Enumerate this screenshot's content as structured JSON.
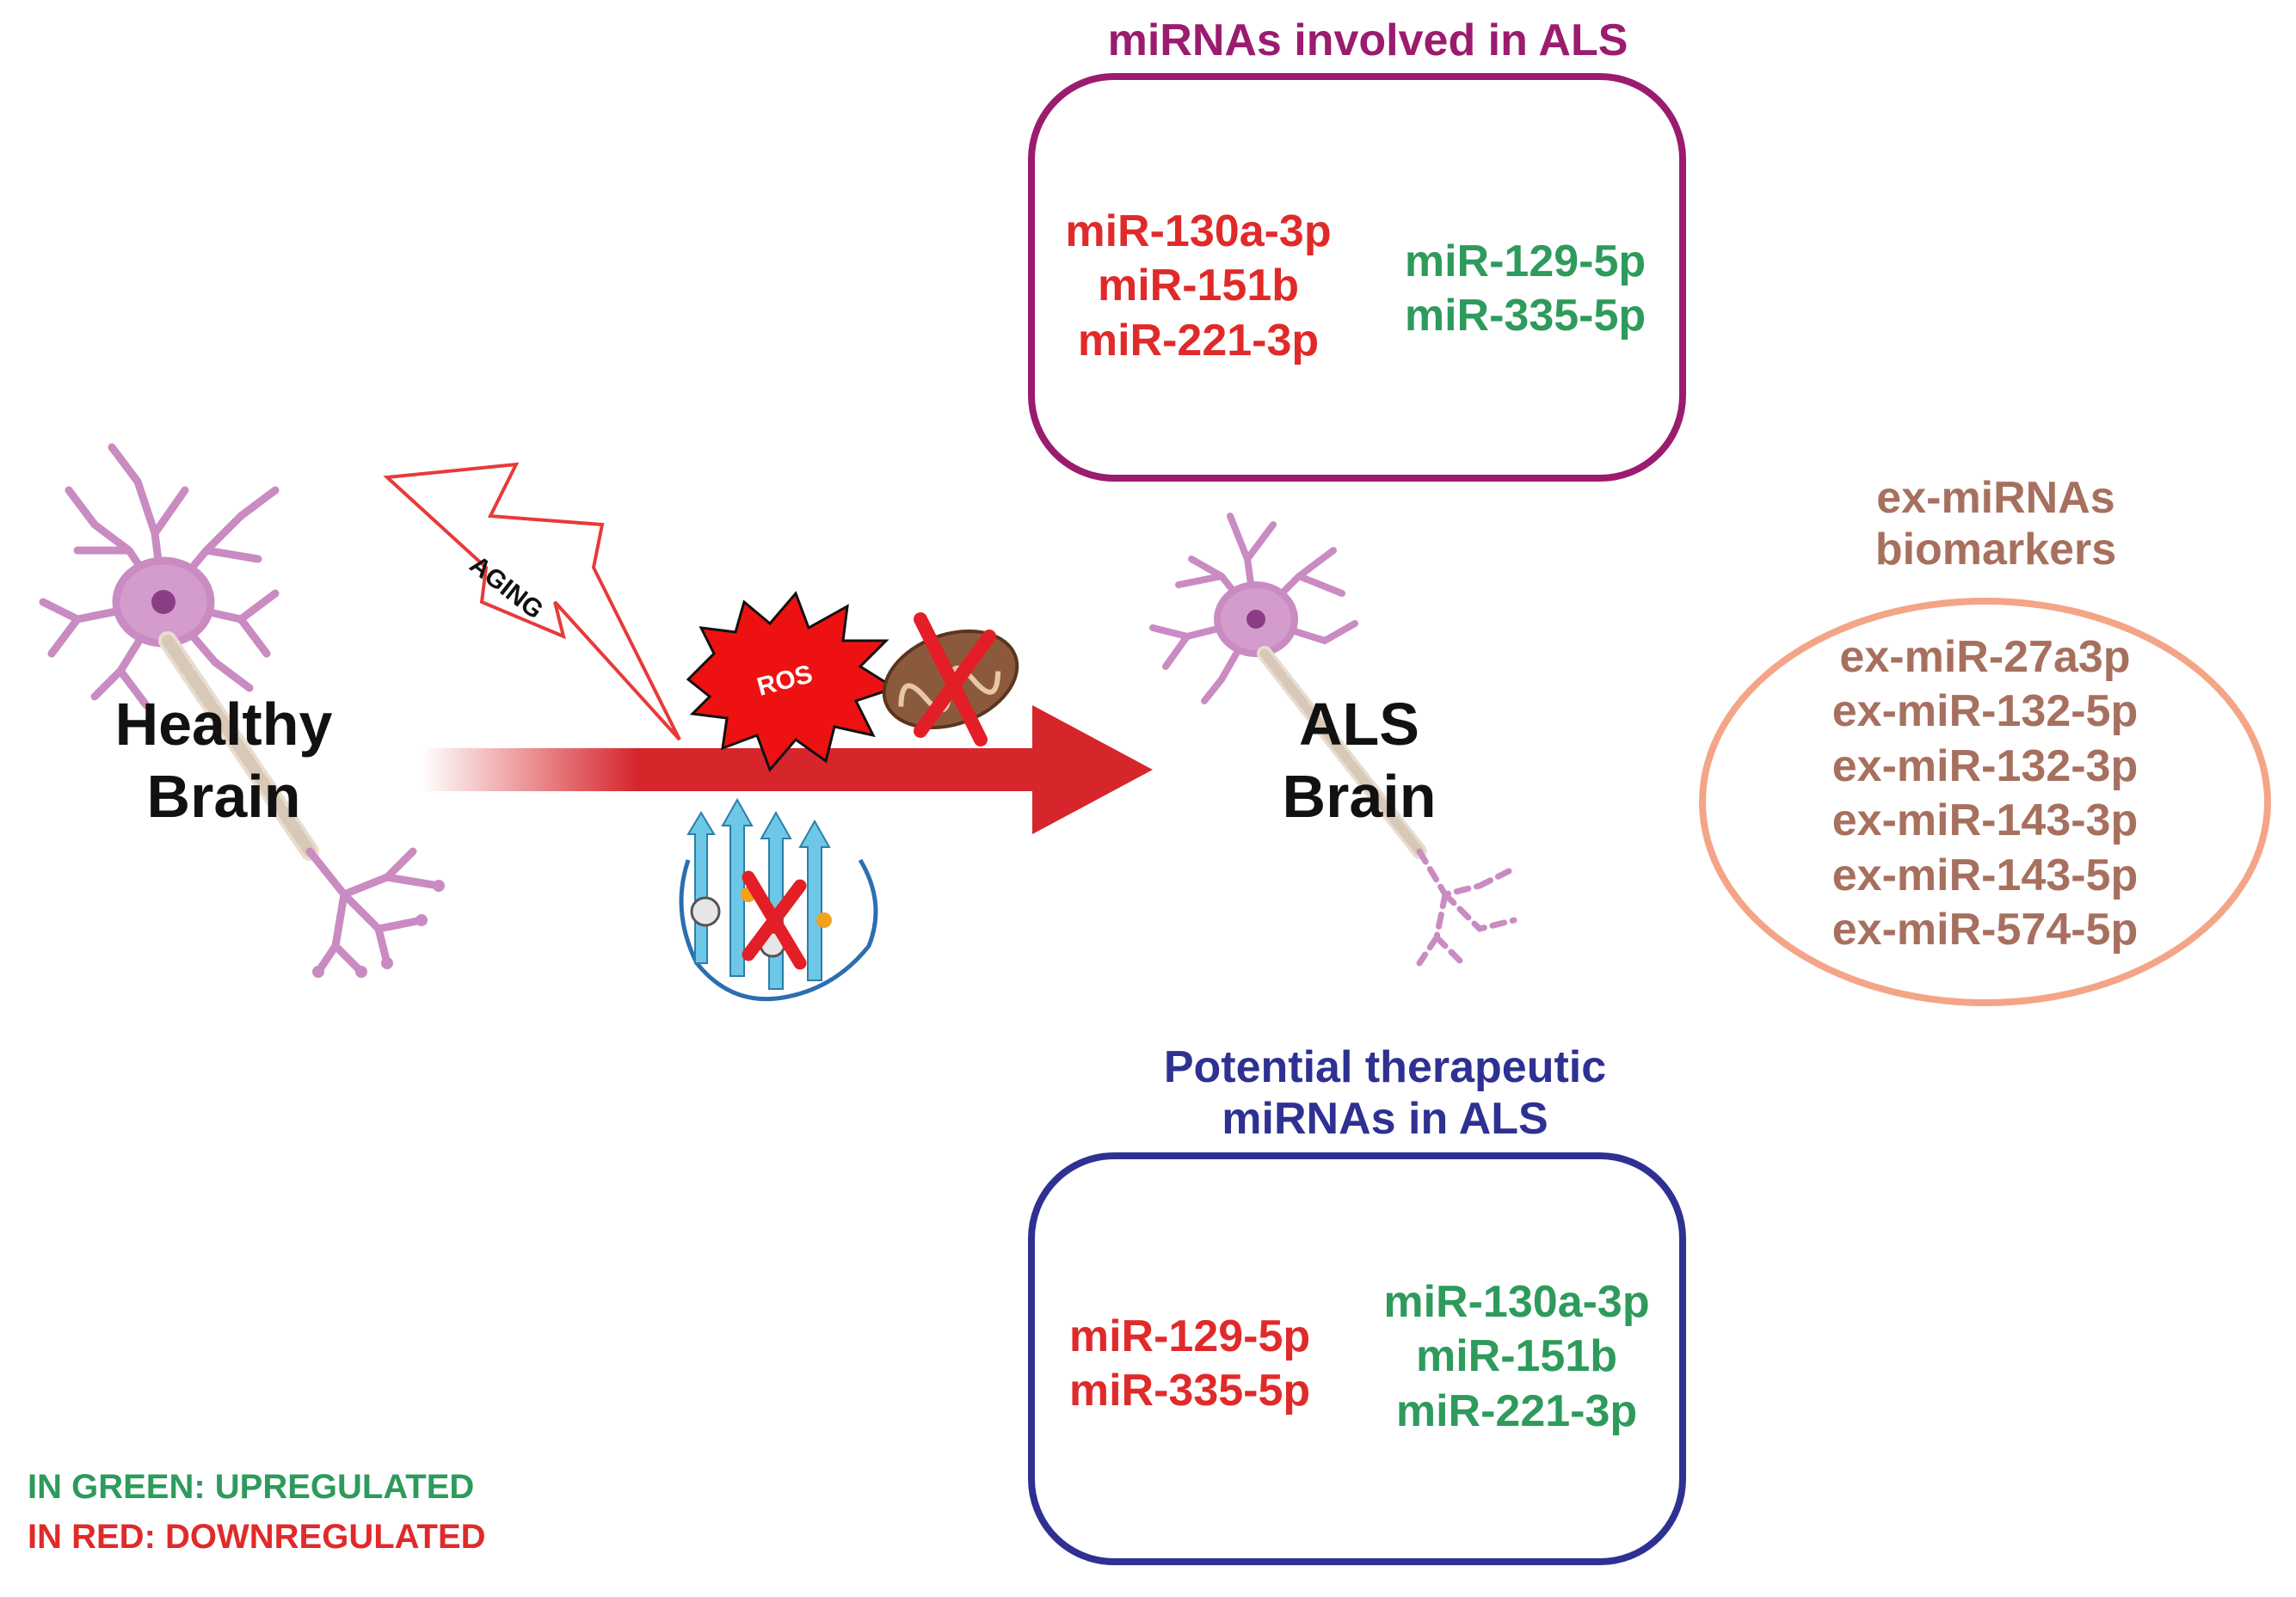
{
  "healthy_brain": {
    "line1": "Healthy",
    "line2": "Brain"
  },
  "als_brain": {
    "line1": "ALS",
    "line2": "Brain"
  },
  "stressors": {
    "aging": "AGING",
    "ros": "ROS"
  },
  "involved_box": {
    "title": "miRNAs involved in ALS",
    "downregulated": [
      "miR-130a-3p",
      "miR-151b",
      "miR-221-3p"
    ],
    "upregulated": [
      "miR-129-5p",
      "miR-335-5p"
    ]
  },
  "therapeutic_box": {
    "title_line1": "Potential therapeutic",
    "title_line2": "miRNAs in ALS",
    "downregulated": [
      "miR-129-5p",
      "miR-335-5p"
    ],
    "upregulated": [
      "miR-130a-3p",
      "miR-151b",
      "miR-221-3p"
    ]
  },
  "biomarkers": {
    "title_line1": "ex-miRNAs",
    "title_line2": "biomarkers",
    "items": [
      "ex-miR-27a3p",
      "ex-miR-132-5p",
      "ex-miR-132-3p",
      "ex-miR-143-3p",
      "ex-miR-143-5p",
      "ex-miR-574-5p"
    ]
  },
  "legend": {
    "green": "IN GREEN: UPREGULATED",
    "red": "IN RED: DOWNREGULATED"
  },
  "colors": {
    "up": "#2e9a5c",
    "down": "#e02a2a",
    "involved_border": "#9b1b6e",
    "therapeutic_border": "#2e3192",
    "biomarker_text": "#a7705e",
    "biomarker_border": "#f4a587",
    "arrow": "#d6252b",
    "neuron": "#c98bc2"
  }
}
